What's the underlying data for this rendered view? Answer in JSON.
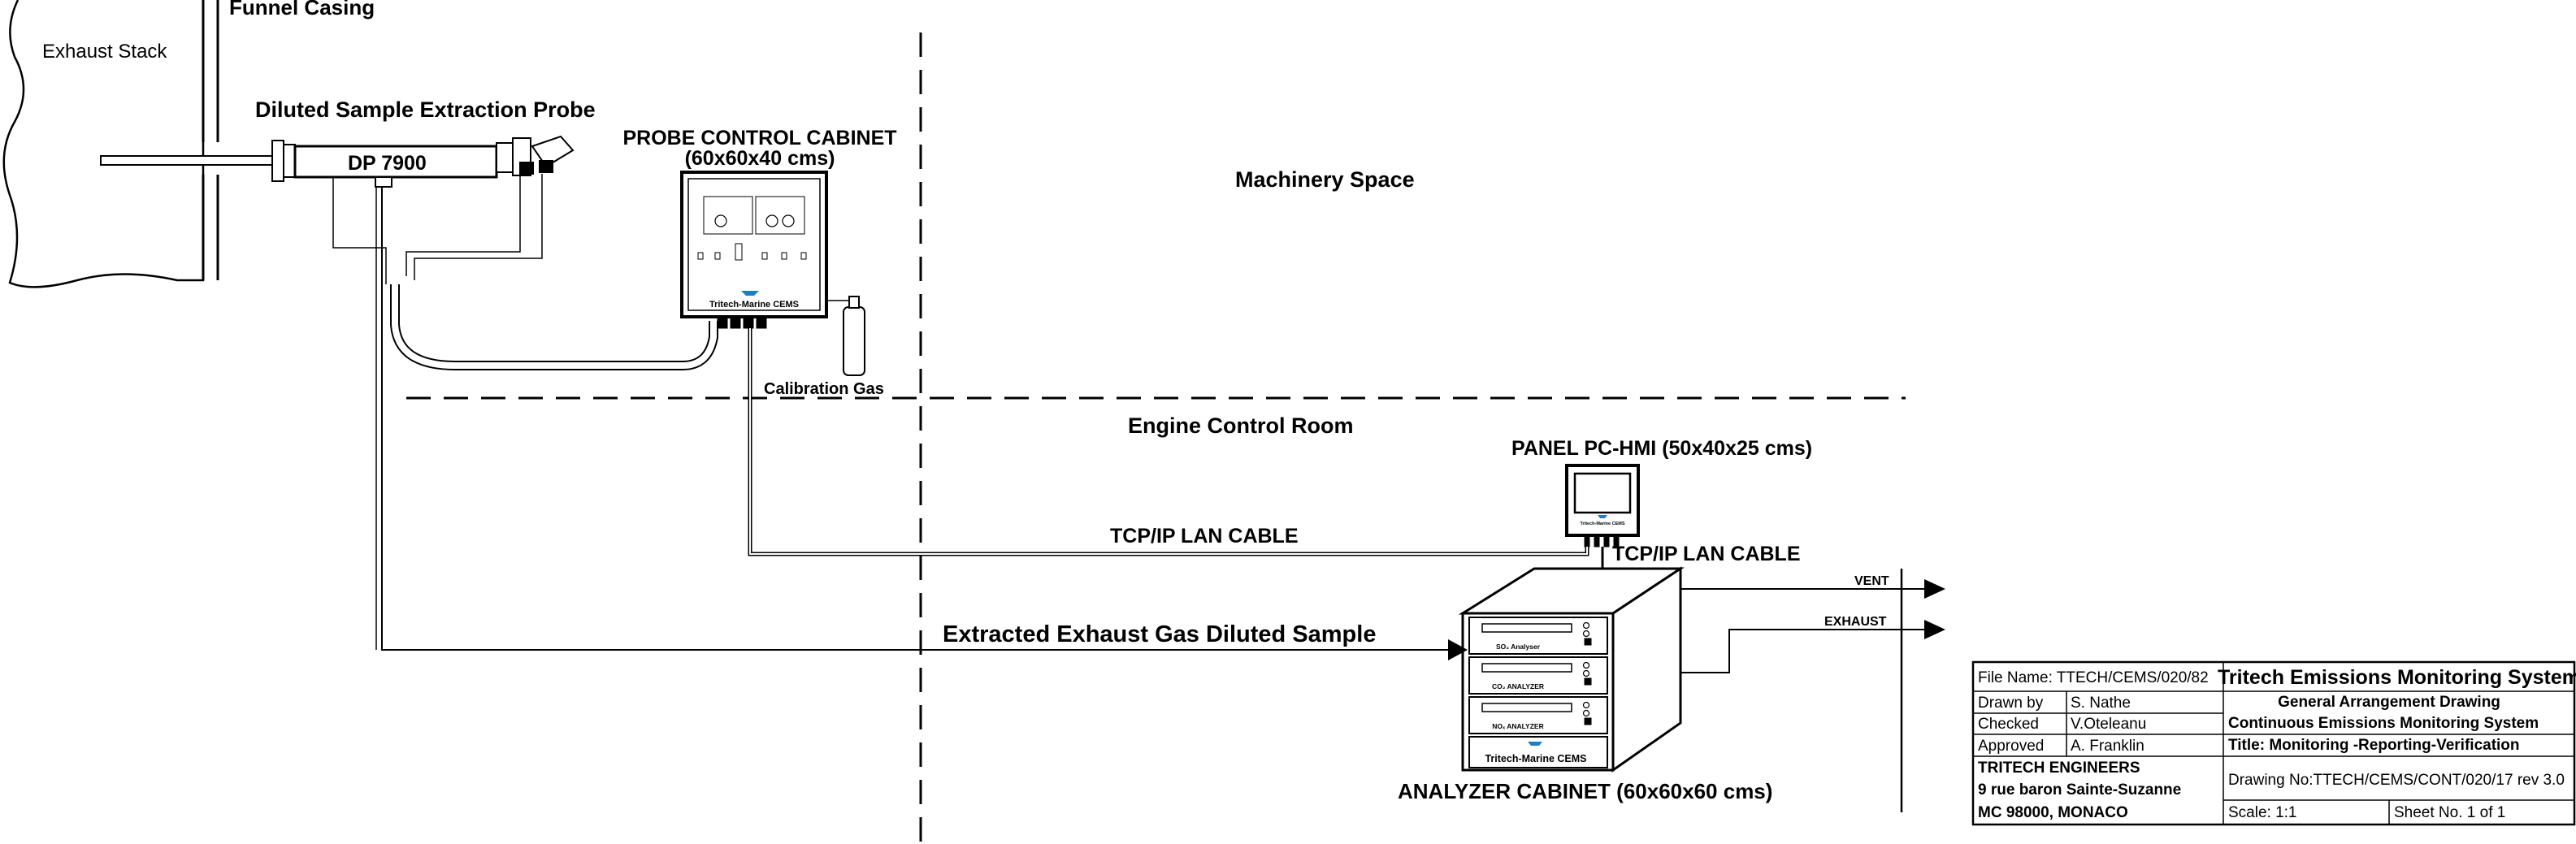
{
  "labels": {
    "funnel_casing": "Funnel Casing",
    "exhaust_stack": "Exhaust Stack",
    "probe": "Diluted Sample Extraction Probe",
    "dp": "DP 7900",
    "probe_cabinet_title": "PROBE CONTROL CABINET",
    "probe_cabinet_dims": "(60x60x40 cms)",
    "machinery_space": "Machinery Space",
    "brand": "Tritech-Marine CEMS",
    "calibration_gas": "Calibration Gas",
    "engine_control_room": "Engine Control Room",
    "panel_pc": "PANEL PC-HMI (50x40x25 cms)",
    "tcpip_1": "TCP/IP LAN CABLE",
    "tcpip_2": "TCP/IP LAN CABLE",
    "vent": "VENT",
    "exhaust": "EXHAUST",
    "extracted": "Extracted Exhaust Gas Diluted Sample",
    "so2": "SO₂ Analyser",
    "co2": "CO₂ ANALYZER",
    "nox": "NOₓ ANALYZER",
    "analyzer_cabinet": "ANALYZER CABINET (60x60x60 cms)"
  },
  "title_block": {
    "file_name": "File Name: TTECH/CEMS/020/82",
    "system_title": "Tritech Emissions Monitoring System",
    "drawn_by_label": "Drawn by",
    "drawn_by": "S. Nathe",
    "checked_label": "Checked",
    "checked": "V.Oteleanu",
    "approved_label": "Approved",
    "approved": "A. Franklin",
    "drawing_type": "General Arrangement Drawing",
    "drawing_subtitle": "Continuous Emissions Monitoring System",
    "title": "Title: Monitoring -Reporting-Verification",
    "company": "TRITECH ENGINEERS",
    "address1": "9 rue baron Sainte-Suzanne",
    "address2": "MC 98000, MONACO",
    "drawing_no": "Drawing No:TTECH/CEMS/CONT/020/17 rev 3.0",
    "scale": "Scale: 1:1",
    "sheet": "Sheet No. 1 of 1"
  }
}
